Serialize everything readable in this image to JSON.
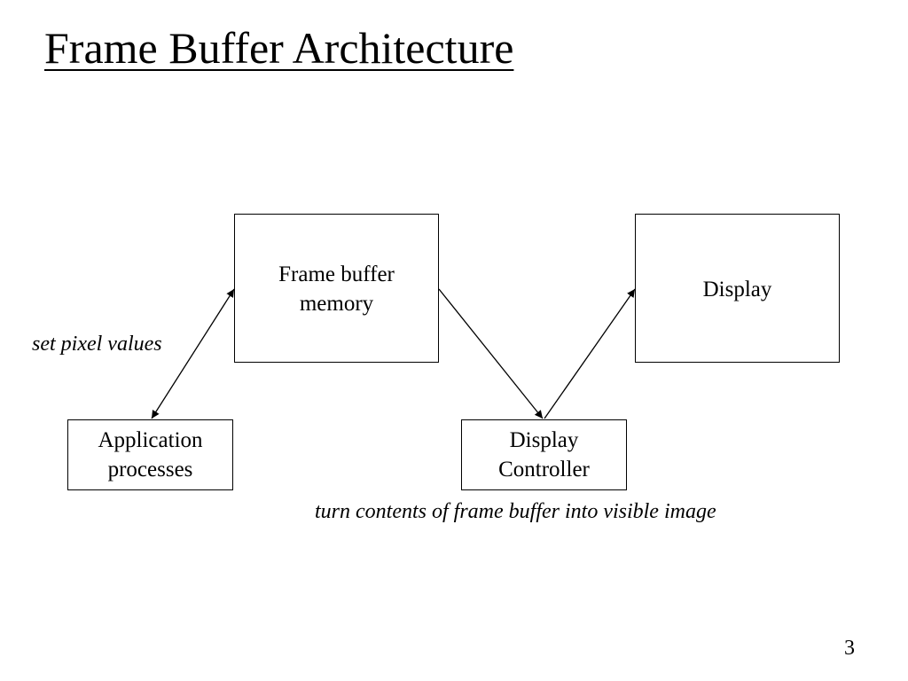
{
  "slide": {
    "title": "Frame Buffer Architecture",
    "page_number": "3"
  },
  "diagram": {
    "nodes": {
      "frame_buffer_memory": "Frame buffer\nmemory",
      "display": "Display",
      "application_processes": "Application\nprocesses",
      "display_controller": "Display\nController"
    },
    "annotations": {
      "set_pixel_values": "set pixel values",
      "turn_contents": "turn contents of frame buffer into visible image"
    },
    "edges": [
      {
        "from": "application_processes",
        "to": "frame_buffer_memory",
        "direction": "both"
      },
      {
        "from": "frame_buffer_memory",
        "to": "display_controller",
        "direction": "forward"
      },
      {
        "from": "display_controller",
        "to": "display",
        "direction": "forward"
      }
    ]
  }
}
